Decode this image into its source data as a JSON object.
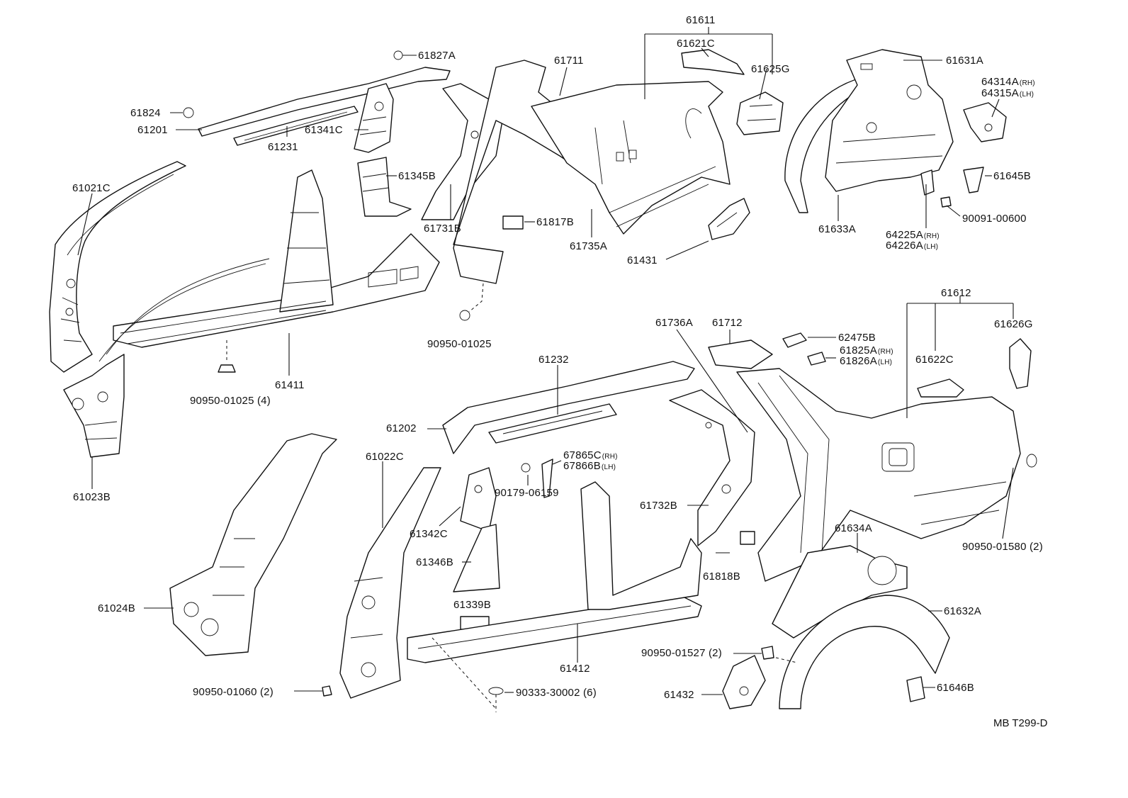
{
  "diagram": {
    "reference": "MB T299-D",
    "labels": {
      "p61611": "61611",
      "p61621C": "61621C",
      "p61625G": "61625G",
      "p61827A": "61827A",
      "p61711": "61711",
      "p61631A": "61631A",
      "p64314A": "64314A",
      "p64315A": "64315A",
      "p61824": "61824",
      "p61201": "61201",
      "p61341C": "61341C",
      "p61231": "61231",
      "p61021C": "61021C",
      "p61345B": "61345B",
      "p61645B": "61645B",
      "p61731B": "61731B",
      "p61817B": "61817B",
      "p61735A": "61735A",
      "p61633A": "61633A",
      "p90091_00600": "90091-00600",
      "p64225A": "64225A",
      "p64226A": "64226A",
      "p61431": "61431",
      "p90950_01025a": "90950-01025",
      "p61411": "61411",
      "p90950_01025b": "90950-01025 (4)",
      "p61612": "61612",
      "p61736A": "61736A",
      "p61712": "61712",
      "p61626G": "61626G",
      "p62475B": "62475B",
      "p61825A": "61825A",
      "p61826A": "61826A",
      "p61622C": "61622C",
      "p61232": "61232",
      "p61202": "61202",
      "p61023B": "61023B",
      "p61022C": "61022C",
      "p67865C": "67865C",
      "p67866B": "67866B",
      "p90179_06159": "90179-06159",
      "p61732B": "61732B",
      "p61342C": "61342C",
      "p61634A": "61634A",
      "p90950_01580": "90950-01580 (2)",
      "p61346B": "61346B",
      "p61818B": "61818B",
      "p61024B": "61024B",
      "p61339B": "61339B",
      "p61632A": "61632A",
      "p61412": "61412",
      "p90950_01527": "90950-01527 (2)",
      "p90950_01060": "90950-01060 (2)",
      "p90333_30002": "90333-30002 (6)",
      "p61432": "61432",
      "p61646B": "61646B"
    },
    "side_notes": {
      "rh": "(RH)",
      "lh": "(LH)"
    }
  }
}
